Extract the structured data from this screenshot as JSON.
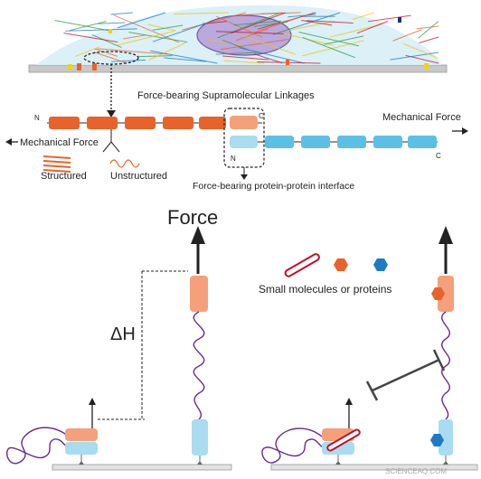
{
  "labels": {
    "linkages": "Force-bearing Supramolecular Linkages",
    "mech_force_right": "Mechanical Force",
    "mech_force_left": "Mechanical Force",
    "n_left": "N",
    "c_top": "C",
    "n_bottom": "N",
    "c_right": "C",
    "structured": "Structured",
    "unstructured": "Unstructured",
    "interface": "Force-bearing protein-protein interface",
    "force": "Force",
    "delta_h": "ΔH",
    "small_molecules": "Small molecules or proteins",
    "watermark": "SCIENCEAQ.COM"
  },
  "colors": {
    "orange": "#e8632b",
    "salmon": "#f4a07a",
    "light_blue": "#a9dcef",
    "blue": "#5cc0e6",
    "purple": "#6a2a8a",
    "hex_blue": "#1d7bc4",
    "substrate": "#c8c8c8",
    "cell": "#d7eef6",
    "nucleus": "#b9a9dc"
  }
}
